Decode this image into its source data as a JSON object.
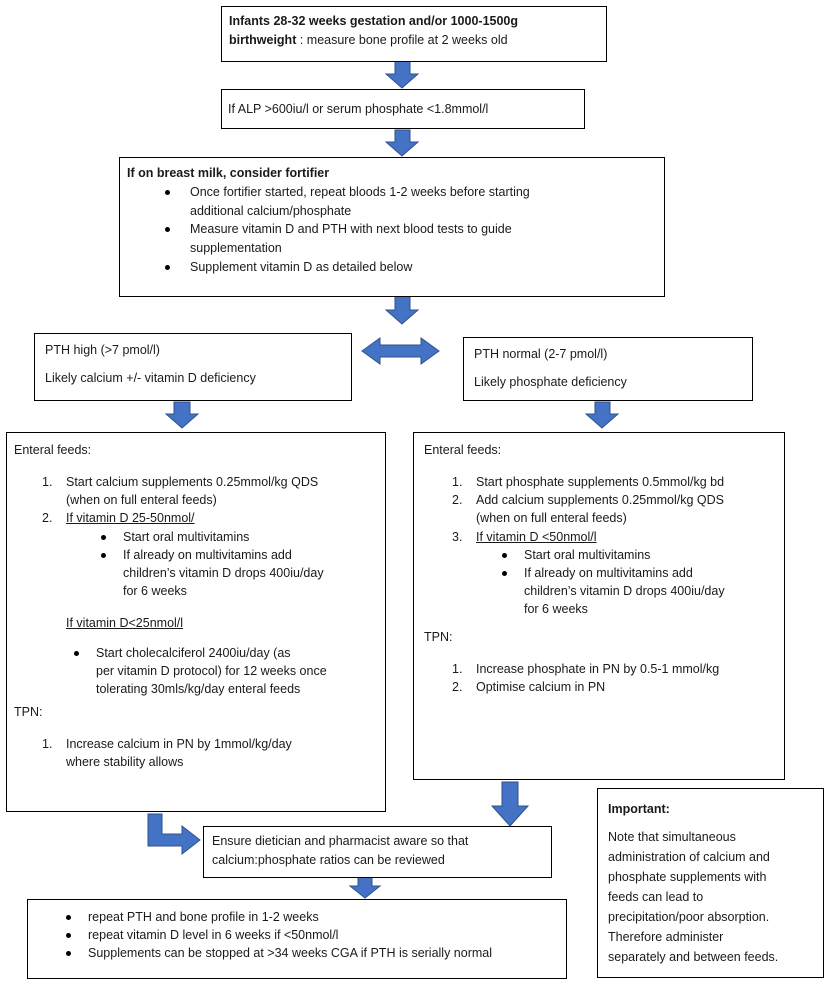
{
  "box1": {
    "line1": "Infants 28-32 weeks gestation and/or 1000-1500g",
    "line2_bold": "birthweight",
    "line2_rest": " : measure bone profile at 2 weeks old"
  },
  "box2": {
    "text": "If ALP >600iu/l or serum phosphate <1.8mmol/l"
  },
  "box3": {
    "heading_bold": "If on breast milk, consider fortifier",
    "bullets": [
      [
        "Once fortifier started, repeat bloods 1-2 weeks before starting",
        "additional calcium/phosphate"
      ],
      [
        "Measure vitamin D and PTH with next blood tests to guide",
        "supplementation"
      ],
      [
        "Supplement vitamin D as detailed below"
      ]
    ]
  },
  "pth_high": {
    "line1": "PTH high (>7 pmol/l)",
    "line2": "Likely calcium +/- vitamin D deficiency"
  },
  "pth_normal": {
    "line1": "PTH normal (2-7 pmol/l)",
    "line2": "Likely phosphate deficiency"
  },
  "left_main": {
    "enteral_heading": "Enteral feeds:",
    "item1_num": "1.",
    "item1_lines": [
      "Start calcium supplements 0.25mmol/kg QDS",
      "(when on full enteral feeds)"
    ],
    "item2_num": "2.",
    "item2_heading": "If vitamin D 25-50nmol/",
    "item2_bullets": [
      [
        "Start oral multivitamins"
      ],
      [
        "If already on multivitamins add",
        "children’s vitamin D drops 400iu/day",
        "for 6 weeks"
      ]
    ],
    "low_heading": "If vitamin D<25nmol/l",
    "low_bullets": [
      [
        "Start cholecalciferol 2400iu/day (as",
        "per vitamin D protocol) for 12 weeks once",
        "tolerating 30mls/kg/day enteral feeds"
      ]
    ],
    "tpn_heading": "TPN:",
    "tpn_num": "1.",
    "tpn_lines": [
      "Increase calcium in PN by 1mmol/kg/day",
      "where stability allows"
    ]
  },
  "right_main": {
    "enteral_heading": "Enteral feeds:",
    "items": [
      {
        "num": "1.",
        "lines": [
          "Start phosphate supplements 0.5mmol/kg bd"
        ]
      },
      {
        "num": "2.",
        "lines": [
          "Add calcium supplements 0.25mmol/kg QDS",
          "(when on full enteral feeds)"
        ]
      }
    ],
    "item3_num": "3.",
    "item3_heading": "If vitamin D <50nmol/l",
    "item3_bullets": [
      [
        "Start oral multivitamins"
      ],
      [
        "If already on multivitamins add",
        "children’s vitamin D drops 400iu/day",
        "for 6 weeks"
      ]
    ],
    "tpn_heading": "TPN:",
    "tpn_items": [
      {
        "num": "1.",
        "lines": [
          "Increase phosphate in PN by 0.5-1 mmol/kg"
        ]
      },
      {
        "num": "2.",
        "lines": [
          "Optimise calcium in PN"
        ]
      }
    ]
  },
  "dietician": {
    "lines": [
      "Ensure dietician and pharmacist aware so that",
      "calcium:phosphate ratios can be reviewed"
    ]
  },
  "final": {
    "bullets": [
      "repeat PTH and bone profile in 1-2 weeks",
      "repeat vitamin D level in 6 weeks if <50nmol/l",
      "Supplements can be stopped at >34 weeks CGA if PTH is serially normal"
    ]
  },
  "important": {
    "heading": "Important:",
    "lines": [
      "Note that simultaneous",
      "administration of calcium and",
      "phosphate supplements with",
      "feeds can lead to",
      "precipitation/poor absorption.",
      "Therefore administer",
      "separately and between feeds."
    ]
  },
  "colors": {
    "arrow_fill": "#4472c4",
    "arrow_stroke": "#2f528f"
  }
}
